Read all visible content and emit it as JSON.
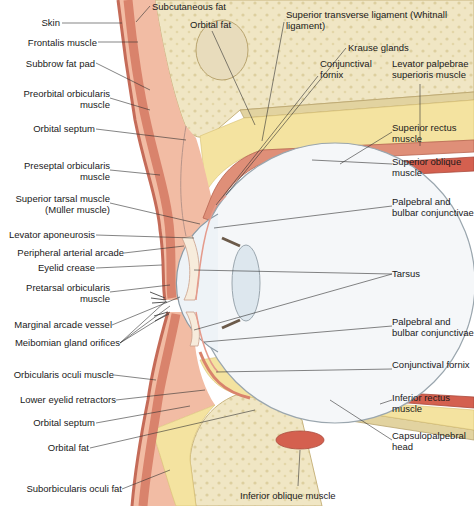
{
  "diagram": {
    "labels": [
      "Subcutaneous fat",
      "Skin",
      "Orbital fat",
      "Superior transverse ligament (Whitnall ligament)",
      "Frontalis muscle",
      "Krause glands",
      "Subbrow fat pad",
      "Conjunctival fornix",
      "Levator palpebrae superioris muscle",
      "Preorbital orbicularis muscle",
      "Orbital septum",
      "Superior rectus muscle",
      "Preseptal orbicularis muscle",
      "Superior oblique muscle",
      "Superior tarsal muscle (Müller muscle)",
      "Palpebral and bulbar conjunctivae",
      "Levator aponeurosis",
      "Peripheral arterial arcade",
      "Eyelid crease",
      "Tarsus",
      "Pretarsal orbicularis muscle",
      "Marginal arcade vessel",
      "Palpebral and bulbar conjunctivae",
      "Meibomian gland orifices",
      "Conjunctival fornix",
      "Orbicularis oculi muscle",
      "Inferior rectus muscle",
      "Lower eyelid retractors",
      "Orbital septum",
      "Capsulopalpebral head",
      "Orbital fat",
      "Suborbicularis oculi fat",
      "Inferior oblique muscle"
    ]
  }
}
